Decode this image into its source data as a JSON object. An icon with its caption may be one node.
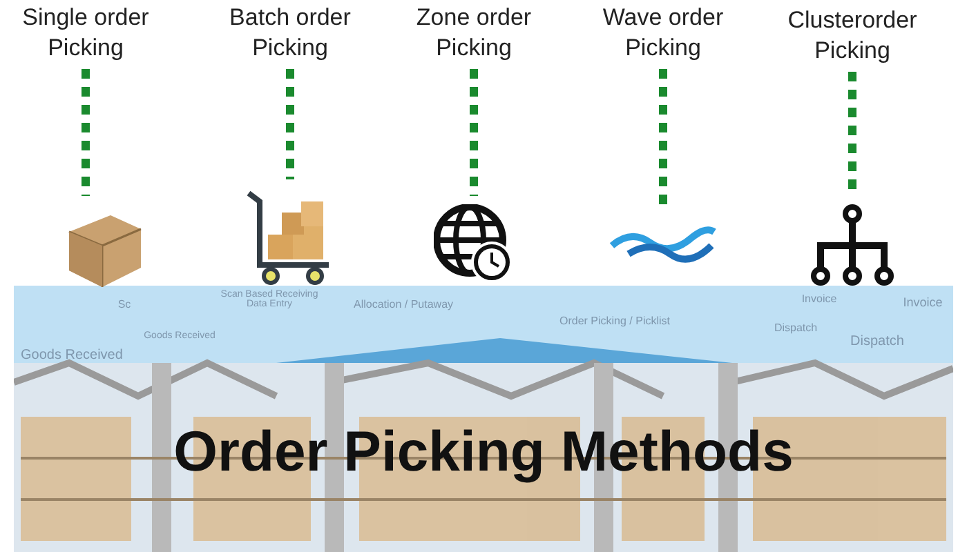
{
  "diagram": {
    "title": "Order Picking Methods",
    "nodes": [
      {
        "text": [
          "Single order Picking"
        ]
      },
      {
        "text": [
          "Batch order Picking"
        ]
      },
      {
        "text": [
          "Zone order Picking"
        ]
      },
      {
        "text": [
          "Wave order Picking"
        ]
      },
      {
        "text": [
          "Clusterorder Picking"
        ]
      },
      {
        "text": [],
        "shape": "picture"
      },
      {
        "text": [],
        "shape": "picture"
      },
      {
        "text": [],
        "shape": "picture"
      },
      {
        "text": [],
        "shape": "picture"
      },
      {
        "text": [],
        "shape": "picture"
      }
    ],
    "edges": [
      {
        "from": 0,
        "to": 5,
        "arrow": "none",
        "style": "dashed"
      },
      {
        "from": 1,
        "to": 6,
        "arrow": "none",
        "style": "dashed"
      },
      {
        "from": 2,
        "to": 7,
        "arrow": "none",
        "style": "dashed"
      },
      {
        "from": 3,
        "to": 8,
        "arrow": "none",
        "style": "dashed"
      },
      {
        "from": 4,
        "to": 9,
        "arrow": "none",
        "style": "dashed"
      }
    ],
    "labels": [
      "Sc",
      "Scan Based Receiving Data Entry",
      "Allocation / Putaway",
      "Order Picking / Picklist",
      "Invoice",
      "Invoice",
      "Goods Received",
      "Dispatch",
      "Dispatch",
      "Goods Received"
    ]
  }
}
